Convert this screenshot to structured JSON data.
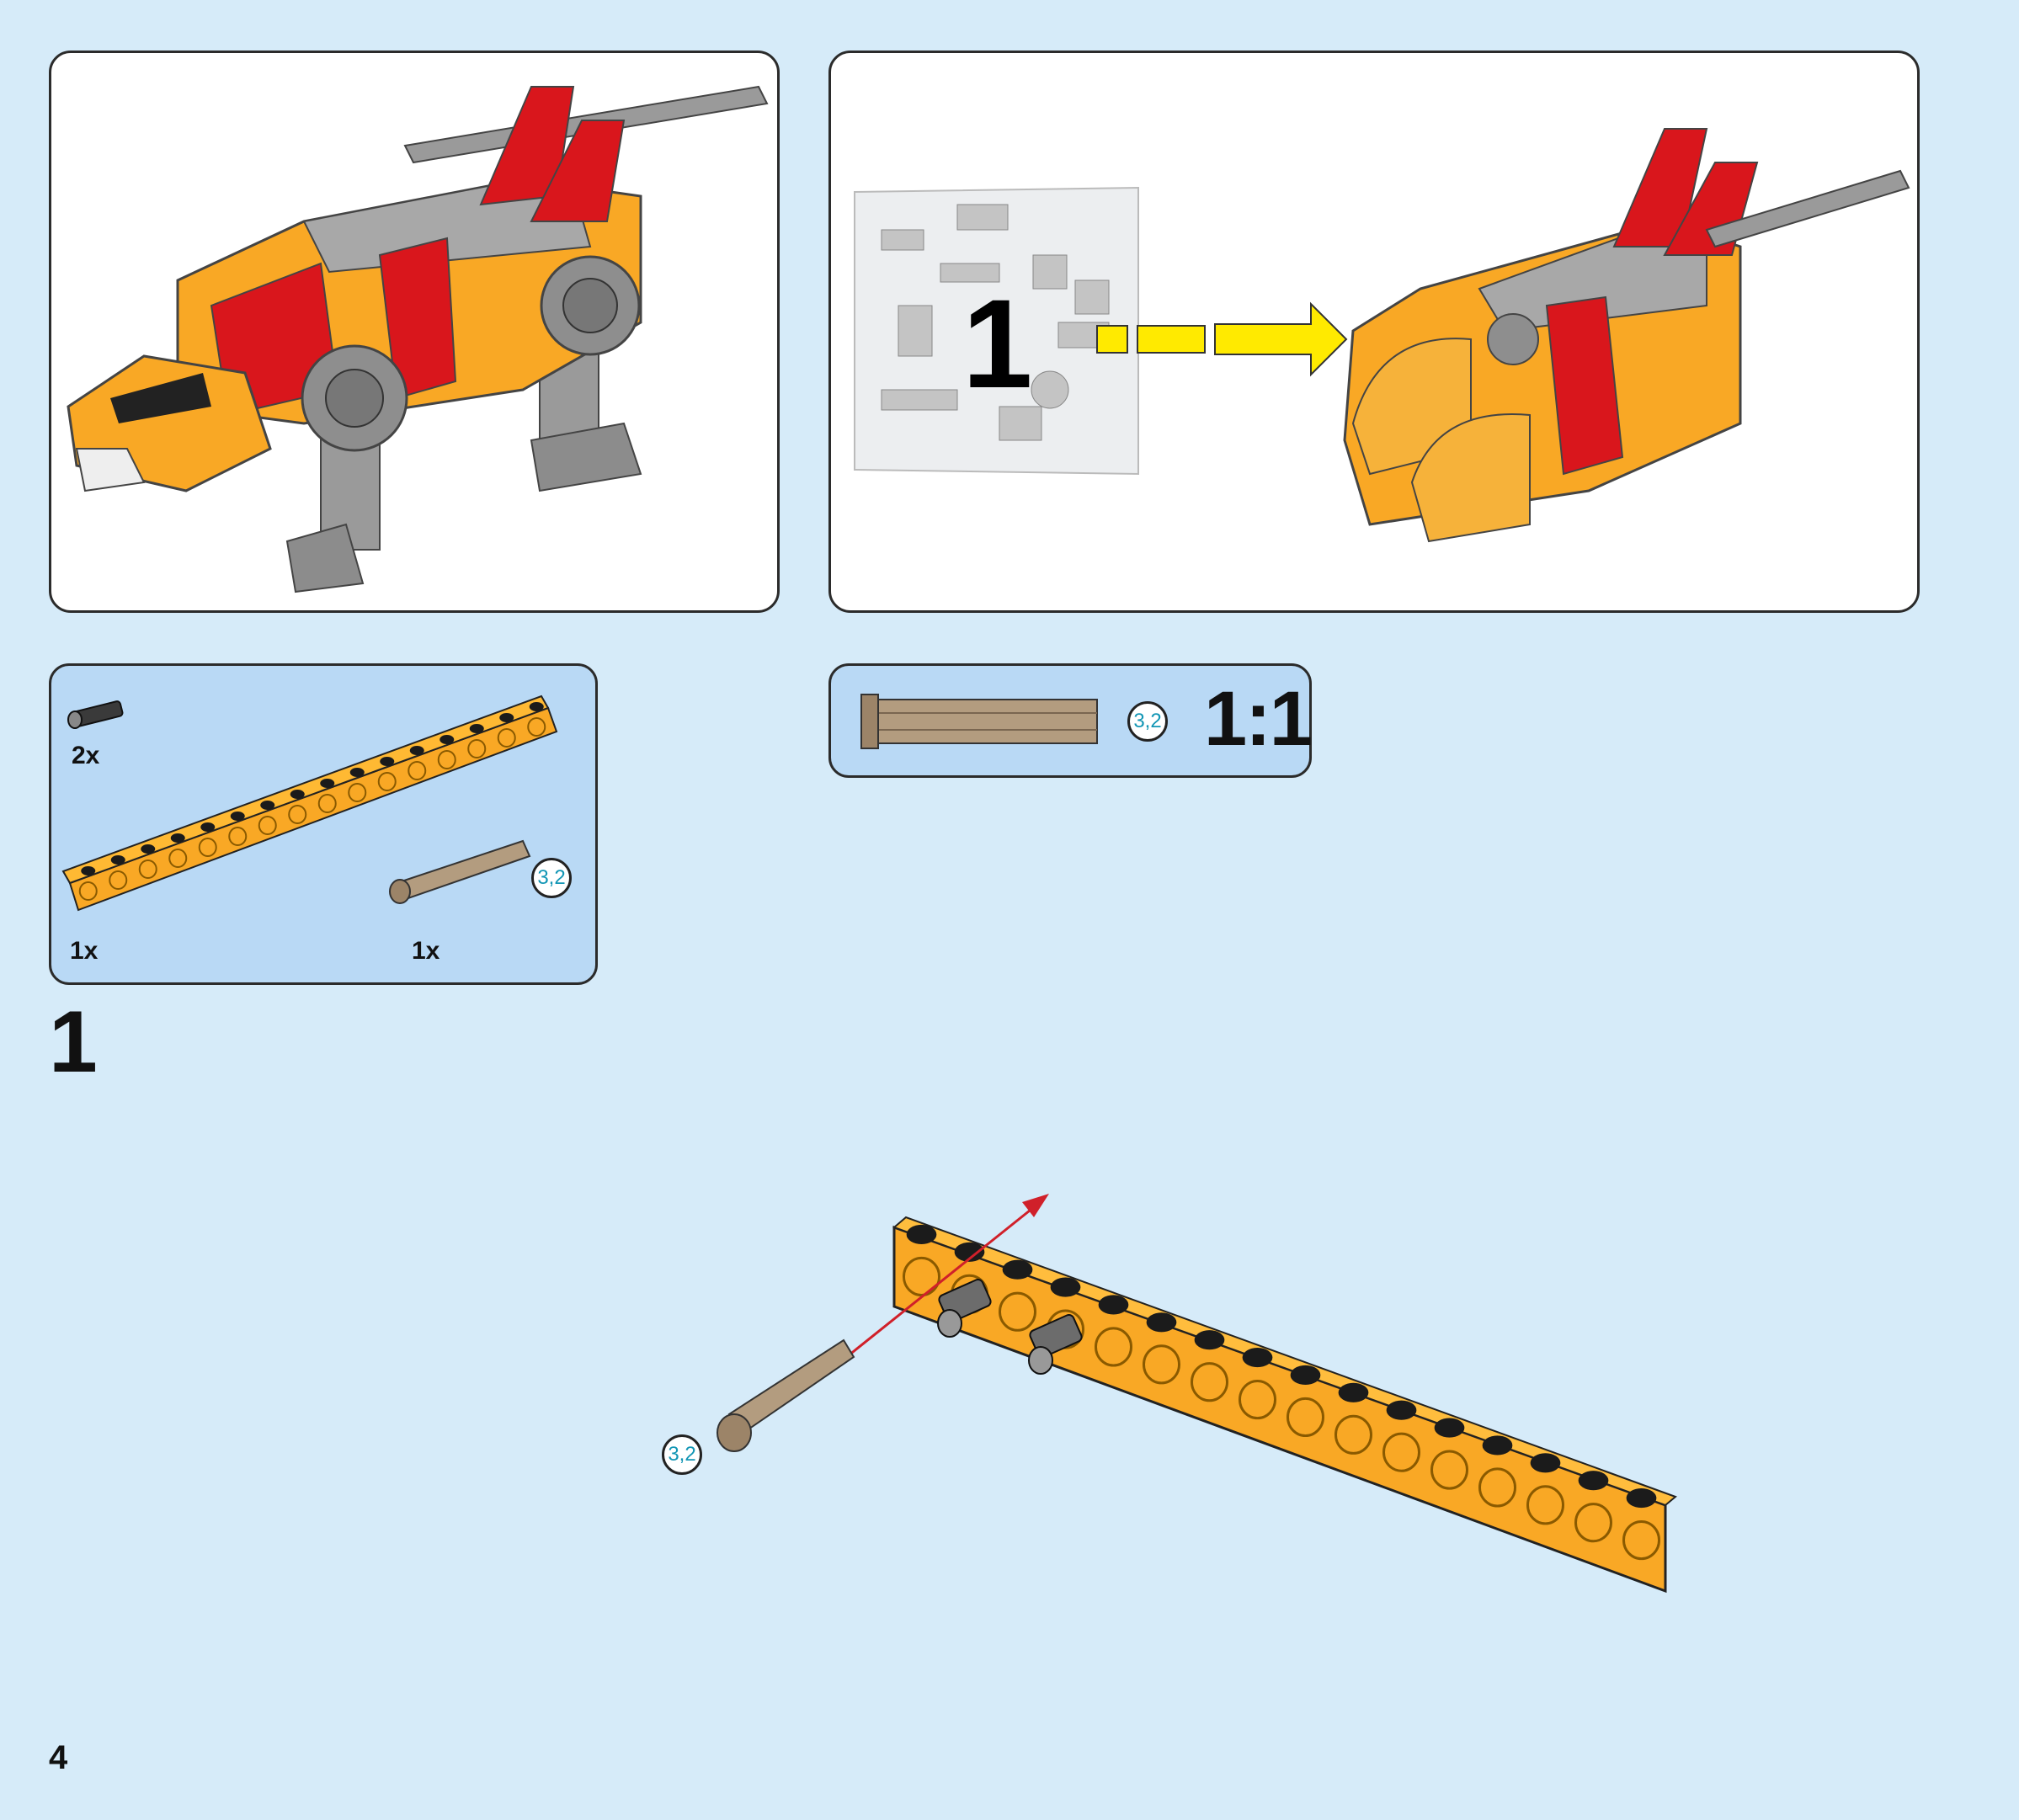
{
  "bag": {
    "number": "1"
  },
  "parts_list": {
    "items": [
      {
        "name": "axle-pin",
        "quantity": "2x"
      },
      {
        "name": "technic-beam",
        "quantity": "1x"
      },
      {
        "name": "axle",
        "quantity": "1x",
        "length_callout": "3,2"
      }
    ]
  },
  "scale_box": {
    "callout": "3,2",
    "ratio": "1:1"
  },
  "step": {
    "number": "1",
    "callout": "3,2"
  },
  "page": {
    "number": "4"
  },
  "colors": {
    "background": "#d6ebf9",
    "brick_orange": "#f9a825",
    "brick_red": "#d9161c",
    "axle_tan": "#b39c7f",
    "arrow_yellow": "#ffea00",
    "arrow_red": "#d0202a"
  }
}
